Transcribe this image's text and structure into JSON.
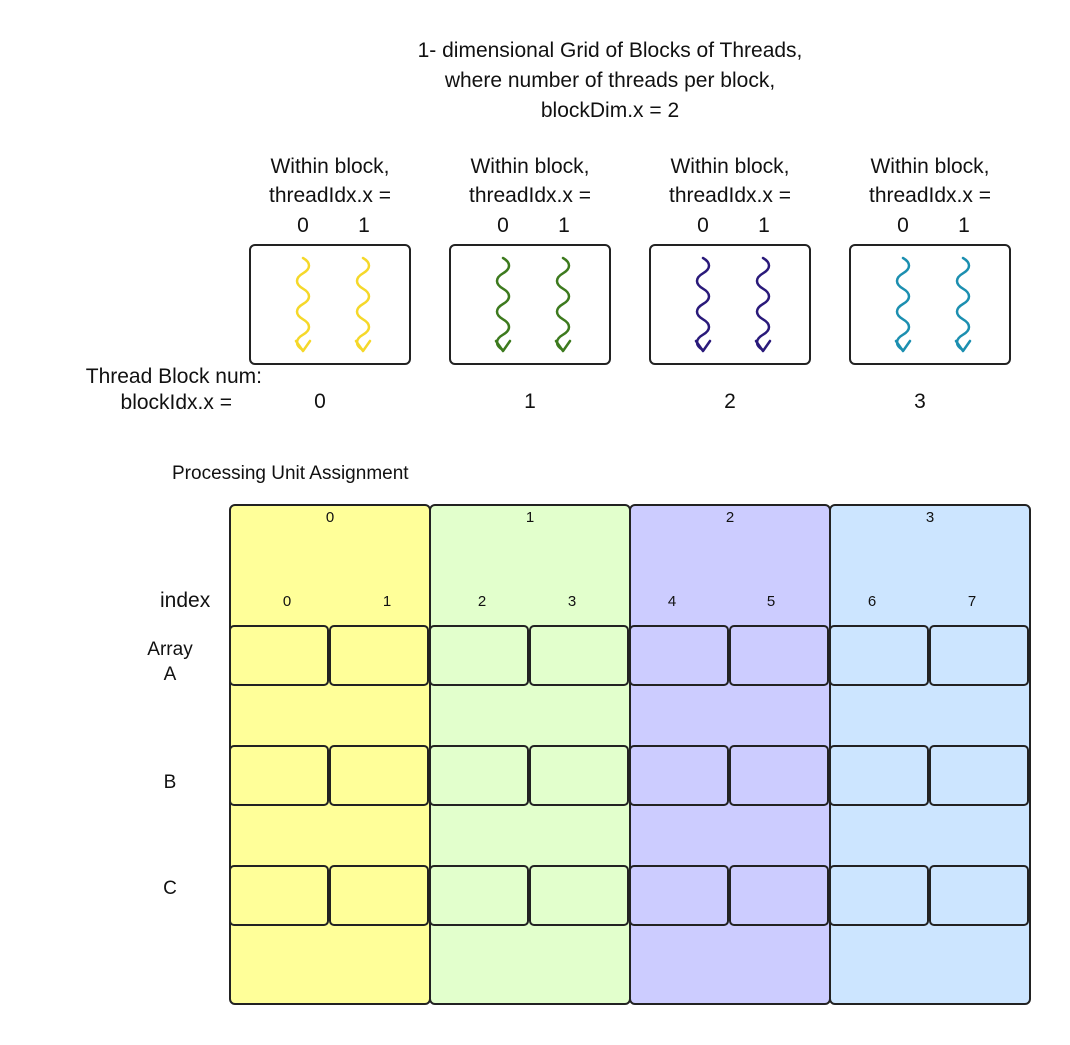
{
  "title": {
    "line1": "1- dimensional Grid of Blocks of Threads,",
    "line2": "where number of threads per block,",
    "line3": "blockDim.x = 2"
  },
  "thread_block_labels": {
    "line1": "Within block,",
    "line2": "threadIdx.x =",
    "thread_indices": [
      "0",
      "1"
    ]
  },
  "thread_blocks": [
    {
      "color": "#f5d82a"
    },
    {
      "color": "#3d7a1e"
    },
    {
      "color": "#2a1a7a"
    },
    {
      "color": "#1c8fb0"
    }
  ],
  "block_num_label": {
    "line1": "Thread Block num:",
    "line2": "blockIdx.x   ="
  },
  "block_indices": [
    "0",
    "1",
    "2",
    "3"
  ],
  "processing": {
    "title": "Processing Unit Assignment",
    "column_headers": [
      "0",
      "1",
      "2",
      "3"
    ],
    "column_colors": [
      "#ffff99",
      "#e2ffcc",
      "#ccccff",
      "#cce5ff"
    ],
    "index_label": "index",
    "indices": [
      "0",
      "1",
      "2",
      "3",
      "4",
      "5",
      "6",
      "7"
    ],
    "arrays": [
      {
        "line1": "Array",
        "line2": "A"
      },
      {
        "line1": "B",
        "line2": ""
      },
      {
        "line1": "C",
        "line2": ""
      }
    ]
  }
}
